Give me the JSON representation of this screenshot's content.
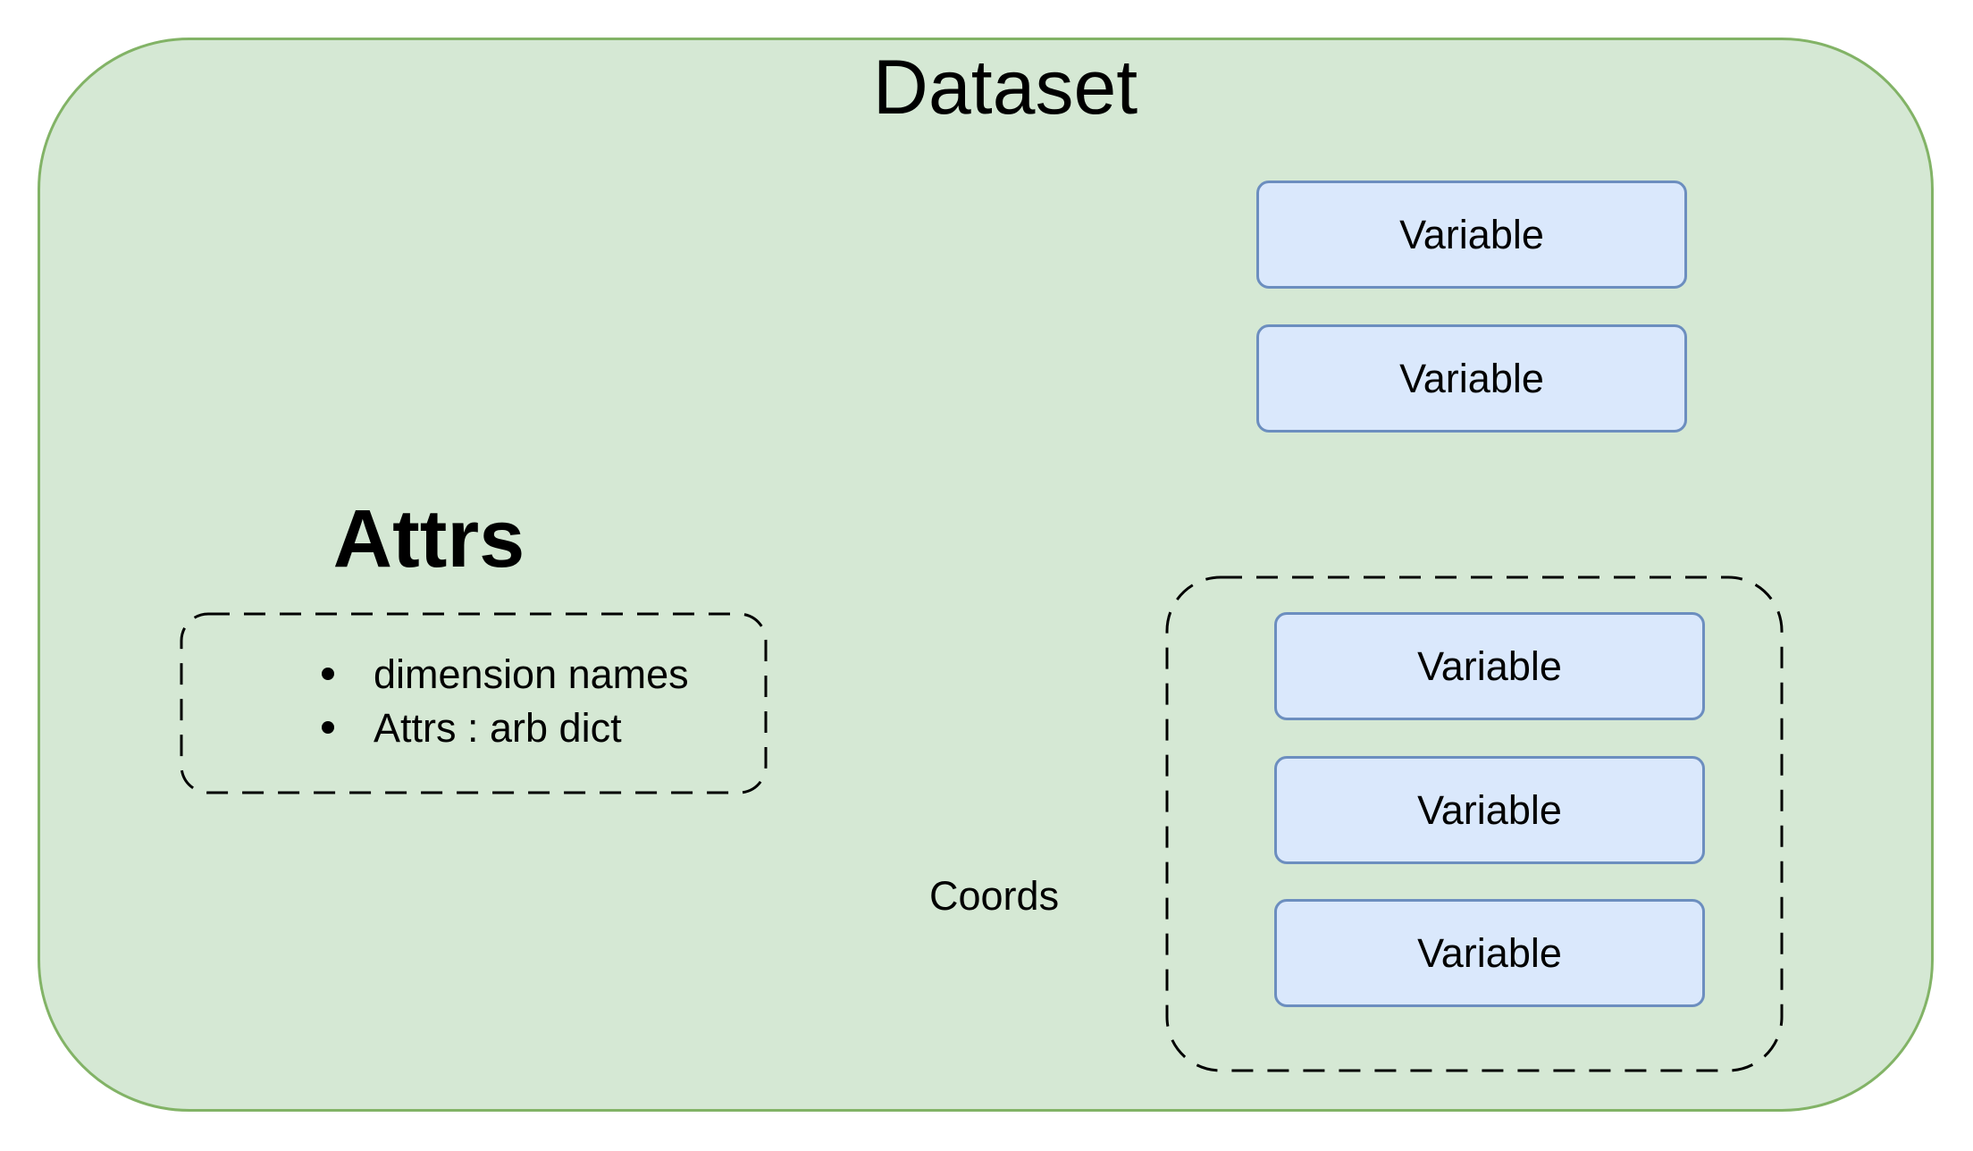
{
  "dataset": {
    "title": "Dataset"
  },
  "variables": [
    "Variable",
    "Variable"
  ],
  "attrs": {
    "title": "Attrs",
    "items": [
      "dimension names",
      "Attrs : arb dict"
    ]
  },
  "coords": {
    "label": "Coords",
    "variables": [
      "Variable",
      "Variable",
      "Variable"
    ]
  },
  "colors": {
    "dataset_fill": "#d5e8d4",
    "dataset_stroke": "#82b366",
    "variable_fill": "#dae8fc",
    "variable_stroke": "#6c8ebf"
  }
}
